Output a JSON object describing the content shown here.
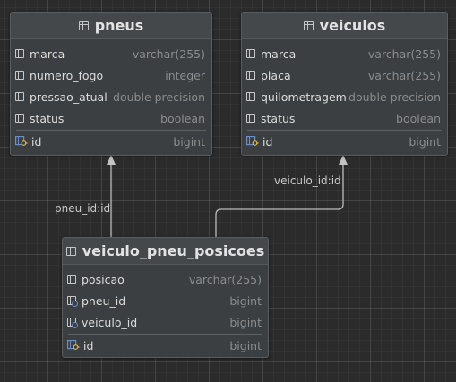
{
  "entities": {
    "pneus": {
      "title": "pneus",
      "columns": [
        {
          "name": "marca",
          "type": "varchar(255)"
        },
        {
          "name": "numero_fogo",
          "type": "integer"
        },
        {
          "name": "pressao_atual",
          "type": "double precision"
        },
        {
          "name": "status",
          "type": "boolean"
        }
      ],
      "pk": {
        "name": "id",
        "type": "bigint"
      }
    },
    "veiculos": {
      "title": "veiculos",
      "columns": [
        {
          "name": "marca",
          "type": "varchar(255)"
        },
        {
          "name": "placa",
          "type": "varchar(255)"
        },
        {
          "name": "quilometragem",
          "type": "double precision"
        },
        {
          "name": "status",
          "type": "boolean"
        }
      ],
      "pk": {
        "name": "id",
        "type": "bigint"
      }
    },
    "veiculo_pneu_posicoes": {
      "title": "veiculo_pneu_posicoes",
      "columns": [
        {
          "name": "posicao",
          "type": "varchar(255)"
        },
        {
          "name": "pneu_id",
          "type": "bigint"
        },
        {
          "name": "veiculo_id",
          "type": "bigint"
        }
      ],
      "pk": {
        "name": "id",
        "type": "bigint"
      }
    }
  },
  "links": {
    "pneu": "pneu_id:id",
    "veiculo": "veiculo_id:id"
  },
  "colors": {
    "line": "#bcbcbc"
  }
}
